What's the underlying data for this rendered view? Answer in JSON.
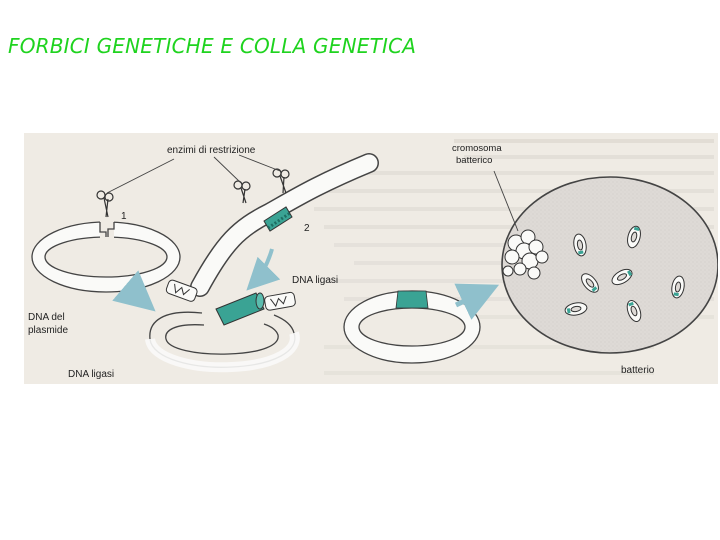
{
  "title": "FORBICI GENETICHE E COLLA GENETICA",
  "colors": {
    "title": "#1fd31f",
    "paper": "#efebe4",
    "dna_teal": "#3aa394",
    "arrow_blue": "#8fc0cc",
    "cell_fill": "#d9d5d0"
  },
  "figure": {
    "labels": {
      "restriction_enzymes": "enzimi di restrizione",
      "step1": "1",
      "step2": "2",
      "ligase_top": "DNA ligasi",
      "ligase_bottom": "DNA ligasi",
      "plasmid_line1": "DNA del",
      "plasmid_line2": "plasmide",
      "chromosome_line1": "cromosoma",
      "chromosome_line2": "batterico",
      "bacterium": "batterio"
    },
    "icons": [
      "scissors-icon",
      "ligase-enzyme-icon"
    ]
  }
}
